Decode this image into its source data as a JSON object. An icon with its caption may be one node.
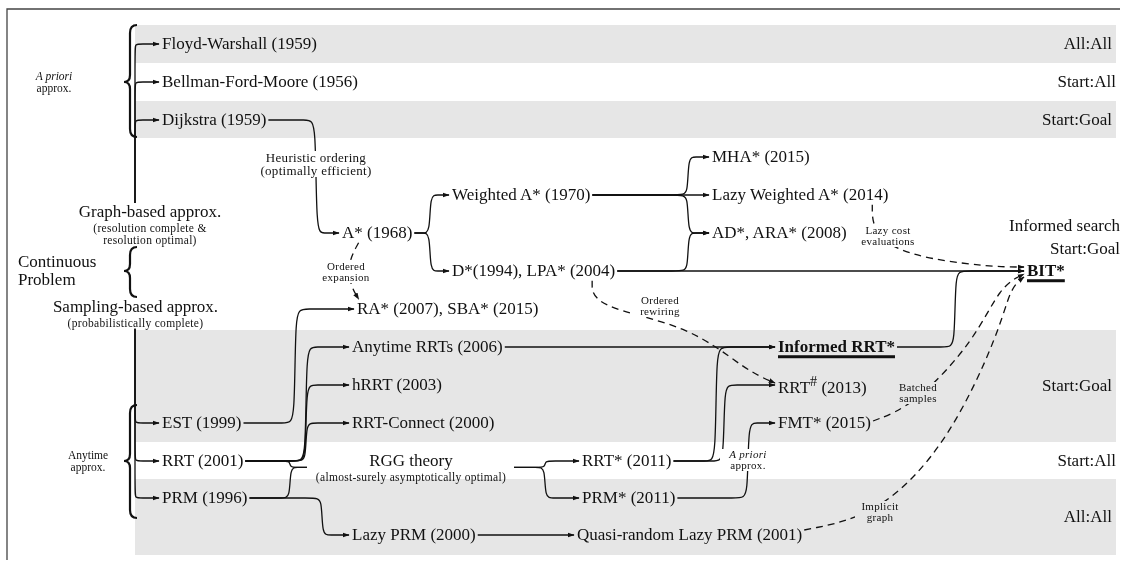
{
  "diagram": {
    "nodes": [
      {
        "text": [
          "All:All"
        ]
      },
      {
        "text": [
          "Floyd-Warshall (1959)"
        ],
        "in": 0
      },
      {
        "text": [
          "Bellman-Ford-Moore (1956)"
        ]
      },
      {
        "text": [
          "Start:Goal"
        ]
      },
      {
        "text": [
          "Dijkstra (1959)"
        ],
        "in": 3
      },
      {
        "text": [
          "MHA* (2015)"
        ]
      },
      {
        "text": [
          "Weighted A* (1970)"
        ]
      },
      {
        "text": [
          "Lazy Weighted A* (2014)"
        ]
      },
      {
        "text": [
          "Graph-based approx.",
          "(resolution complete & resolution optimal)"
        ]
      },
      {
        "text": [
          "A* (1968)"
        ]
      },
      {
        "text": [
          "AD*, ARA* (2008)"
        ]
      },
      {
        "text": [
          "D*(1994), LPA* (2004)"
        ]
      },
      {
        "text": [
          "BIT*"
        ]
      },
      {
        "text": [
          "Sampling-based approx.",
          "(probabilistically complete)"
        ]
      },
      {
        "text": [
          "RA* (2007), SBA* (2015)"
        ]
      },
      {
        "text": [
          "Start:Goal"
        ]
      },
      {
        "text": [
          "Anytime RRTs (2006)"
        ],
        "in": 15
      },
      {
        "text": [
          "Informed RRT*"
        ],
        "in": 15
      },
      {
        "text": [
          "hRRT (2003)"
        ],
        "in": 15
      },
      {
        "text": [
          "RRT$^{#}$ (2013)"
        ],
        "in": 15
      },
      {
        "text": [
          "EST (1999)"
        ],
        "in": 15
      },
      {
        "text": [
          "RRT-Connect (2000)"
        ],
        "in": 15
      },
      {
        "text": [
          "FMT* (2015)"
        ],
        "in": 15
      },
      {
        "text": [
          "RRT (2001)"
        ]
      },
      {
        "text": [
          "RGG theory",
          "(almost-surely asymptotically optimal)"
        ]
      },
      {
        "text": [
          "RRT* (2011)"
        ]
      },
      {
        "text": [
          "All:All"
        ]
      },
      {
        "text": [
          "PRM (1996)"
        ],
        "in": 26
      },
      {
        "text": [
          "PRM* (2011)"
        ],
        "in": 26
      },
      {
        "text": [
          "Lazy PRM (2000)"
        ],
        "in": 26
      },
      {
        "text": [
          "Quasi-random Lazy PRM (2001)"
        ],
        "in": 26
      }
    ],
    "edges": [
      {
        "from": 8,
        "to": 1,
        "arrow": "to"
      },
      {
        "from": 8,
        "to": 2,
        "arrow": "to"
      },
      {
        "from": 8,
        "to": 4,
        "arrow": "to"
      },
      {
        "from": 13,
        "to": 20,
        "arrow": "to"
      },
      {
        "from": 13,
        "to": 23,
        "arrow": "to"
      },
      {
        "from": 13,
        "to": 27,
        "arrow": "to"
      },
      {
        "from": 4,
        "to": 9,
        "arrow": "to",
        "label": "Heuristic ordering (optimally efficient)"
      },
      {
        "from": 9,
        "to": 6,
        "arrow": "to"
      },
      {
        "from": 9,
        "to": 11,
        "arrow": "to"
      },
      {
        "from": 6,
        "to": 5,
        "arrow": "to"
      },
      {
        "from": 6,
        "to": 7,
        "arrow": "to"
      },
      {
        "from": 6,
        "to": 10,
        "arrow": "to"
      },
      {
        "from": 11,
        "to": 10,
        "arrow": "to"
      },
      {
        "from": 11,
        "to": 12,
        "arrow": "to"
      },
      {
        "from": 9,
        "to": 14,
        "arrow": "to",
        "style": "dashed",
        "label": "Ordered expansion"
      },
      {
        "from": 11,
        "to": 19,
        "arrow": "to",
        "style": "dashed",
        "label": "Ordered rewiring"
      },
      {
        "from": 7,
        "to": 12,
        "arrow": "to",
        "style": "dashed",
        "label": "Lazy cost evaluations"
      },
      {
        "from": 20,
        "to": 14,
        "arrow": "to"
      },
      {
        "from": 23,
        "to": 16,
        "arrow": "to"
      },
      {
        "from": 23,
        "to": 18,
        "arrow": "to"
      },
      {
        "from": 23,
        "to": 21,
        "arrow": "to"
      },
      {
        "from": 23,
        "to": 24,
        "arrow": "none"
      },
      {
        "from": 27,
        "to": 24,
        "arrow": "none"
      },
      {
        "from": 24,
        "to": 25,
        "arrow": "to"
      },
      {
        "from": 24,
        "to": 28,
        "arrow": "to"
      },
      {
        "from": 27,
        "to": 29,
        "arrow": "to"
      },
      {
        "from": 29,
        "to": 30,
        "arrow": "to"
      },
      {
        "from": 16,
        "to": 17,
        "arrow": "to"
      },
      {
        "from": 25,
        "to": 17,
        "arrow": "to"
      },
      {
        "from": 25,
        "to": 19,
        "arrow": "to"
      },
      {
        "from": 28,
        "to": 22,
        "arrow": "to",
        "label": "*A priori* approx."
      },
      {
        "from": 17,
        "to": 12,
        "arrow": "to"
      },
      {
        "from": 22,
        "to": 12,
        "arrow": "to",
        "style": "dashed",
        "label": "Batched samples"
      },
      {
        "from": 30,
        "to": 12,
        "arrow": "to",
        "style": "dashed",
        "label": "Implicit graph"
      }
    ],
    "labels": [
      "*A priori* approx.",
      "Start:All",
      "Informed search",
      "Start:Goal",
      "Continuous Problem",
      "Anytime approx.",
      "Start:All"
    ]
  }
}
